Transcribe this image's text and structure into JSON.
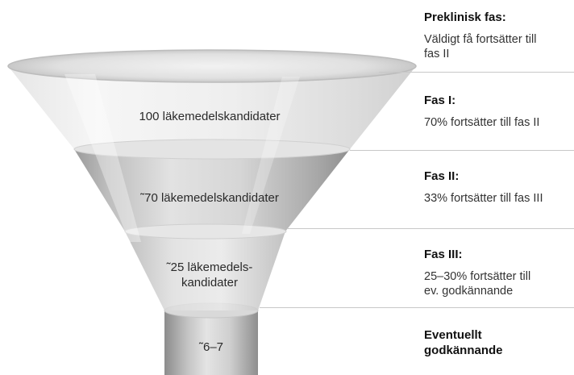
{
  "funnel": {
    "stages": [
      {
        "label": "100 läkemedelskandidater"
      },
      {
        "label": "˜70 läkemedelskandidater"
      },
      {
        "label": "˜25 läkemedels-\nkandidater"
      },
      {
        "label": "˜6–7"
      }
    ]
  },
  "phases": [
    {
      "title": "Preklinisk fas:",
      "description": "Väldigt få fortsätter till\nfas II"
    },
    {
      "title": "Fas I:",
      "description": "70% fortsätter till fas II"
    },
    {
      "title": "Fas II:",
      "description": "33% fortsätter till fas III"
    },
    {
      "title": "Fas III:",
      "description": "25–30% fortsätter till\nev. godkännande"
    },
    {
      "title": "Eventuellt\ngodkännande",
      "description": ""
    }
  ]
}
